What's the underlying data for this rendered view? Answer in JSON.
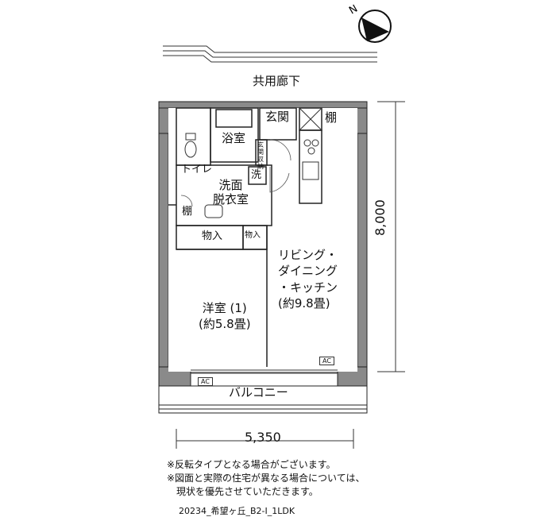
{
  "corridor_label": "共用廊下",
  "rooms": {
    "entrance": "玄関",
    "shelf_entrance": "棚",
    "bath": "浴室",
    "entrance_storage": "玄関\n収納",
    "toilet": "トイレ",
    "washing_machine": "洗",
    "washroom": "洗面\n脱衣室",
    "shelf_toilet": "棚",
    "storage_large": "物入",
    "storage_small": "物入",
    "living": "リビング・\nダイニング\n・キッチン\n(約9.8畳)",
    "western_room": "洋室 (1)\n(約5.8畳)",
    "balcony": "バルコニー"
  },
  "ac_labels": [
    "AC",
    "AC"
  ],
  "dimensions": {
    "width": "5,350",
    "height": "8,000"
  },
  "notes": [
    "※反転タイプとなる場合がございます。",
    "※図面と実際の住宅が異なる場合については、",
    "　現状を優先させていただきます。"
  ],
  "code": "20234_希望ヶ丘_B2-Ⅰ_1LDK",
  "compass": {
    "letter": "N"
  }
}
